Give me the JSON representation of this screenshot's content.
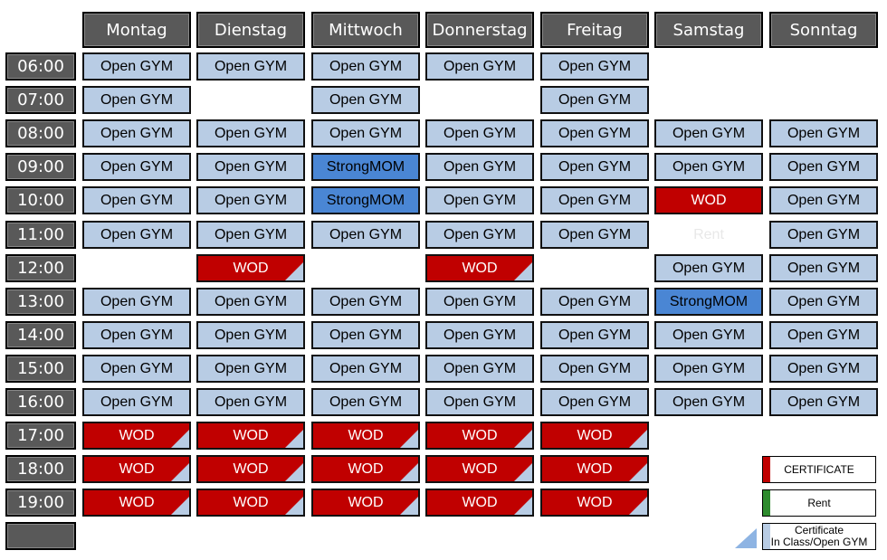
{
  "days": [
    "Montag",
    "Dienstag",
    "Mittwoch",
    "Donnerstag",
    "Freitag",
    "Samstag",
    "Sonntag"
  ],
  "times": [
    "06:00",
    "07:00",
    "08:00",
    "09:00",
    "10:00",
    "11:00",
    "12:00",
    "13:00",
    "14:00",
    "15:00",
    "16:00",
    "17:00",
    "18:00",
    "19:00",
    ""
  ],
  "labels": {
    "open": "Open GYM",
    "strong": "StrongMOM",
    "wod": "WOD",
    "rent": "Rent"
  },
  "schedule": [
    [
      "open",
      "open",
      "open",
      "open",
      "open",
      "",
      ""
    ],
    [
      "open",
      "",
      "open",
      "",
      "open",
      "",
      ""
    ],
    [
      "open",
      "open",
      "open",
      "open",
      "open",
      "open",
      "open"
    ],
    [
      "open",
      "open",
      "strong",
      "open",
      "open",
      "open",
      "open"
    ],
    [
      "open",
      "open",
      "strong",
      "open",
      "open",
      "wod",
      "open"
    ],
    [
      "open",
      "open",
      "open",
      "open",
      "open",
      "rent",
      "open"
    ],
    [
      "",
      "wod-tri",
      "",
      "wod-tri",
      "",
      "open",
      "open"
    ],
    [
      "open",
      "open",
      "open",
      "open",
      "open",
      "strong",
      "open"
    ],
    [
      "open",
      "open",
      "open",
      "open",
      "open",
      "open",
      "open"
    ],
    [
      "open",
      "open",
      "open",
      "open",
      "open",
      "open",
      "open"
    ],
    [
      "open",
      "open",
      "open",
      "open",
      "open",
      "open",
      "open"
    ],
    [
      "wod-tri",
      "wod-tri",
      "wod-tri",
      "wod-tri",
      "wod-tri",
      "",
      ""
    ],
    [
      "wod-tri",
      "wod-tri",
      "wod-tri",
      "wod-tri",
      "wod-tri",
      "",
      ""
    ],
    [
      "wod-tri",
      "wod-tri",
      "wod-tri",
      "wod-tri",
      "wod-tri",
      "",
      ""
    ]
  ],
  "legend": {
    "certificate": "CERTIFICATE",
    "rent": "Rent",
    "certificate_in_class_line1": "Certificate",
    "certificate_in_class_line2": "In Class/Open GYM",
    "certificate_color": "#c00000",
    "rent_color": "#2e8b2e",
    "in_class_color": "#b8cce4"
  }
}
